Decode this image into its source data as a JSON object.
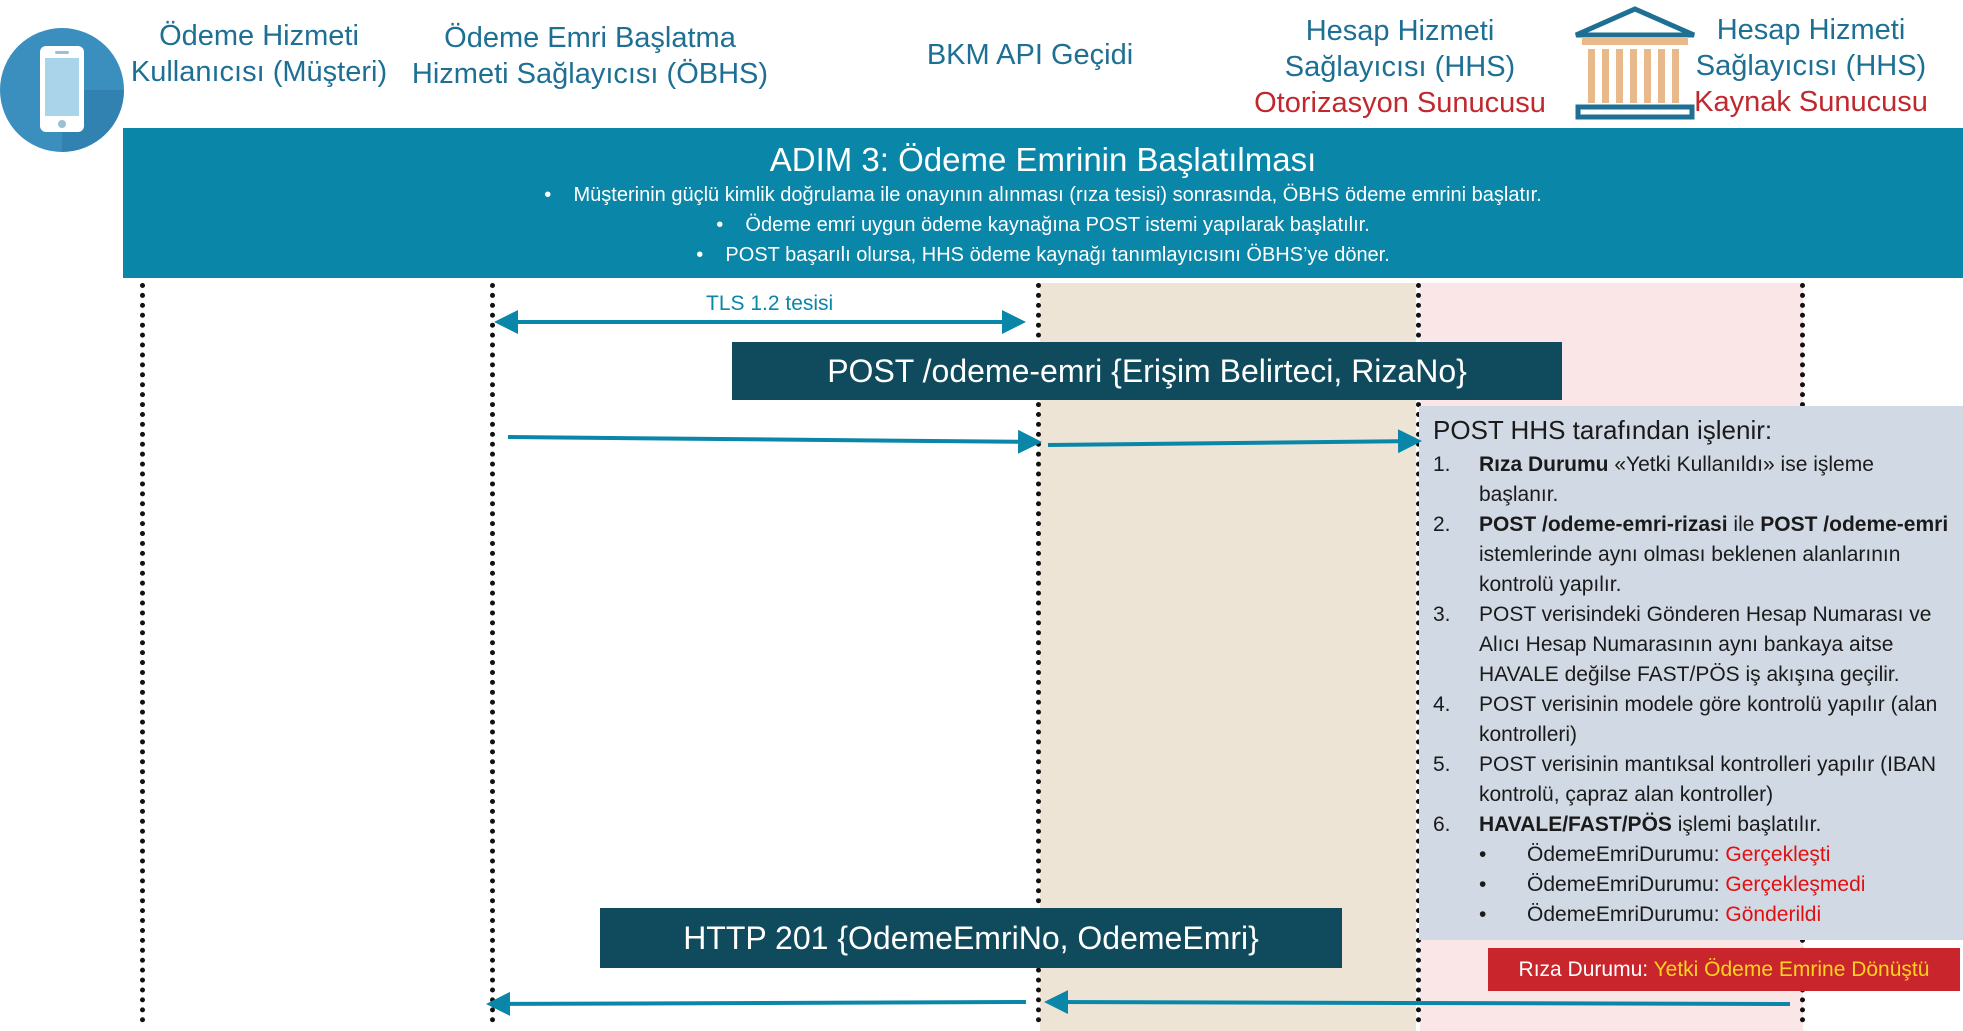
{
  "actors": {
    "customer": {
      "line1": "Ödeme Hizmeti",
      "line2": "Kullanıcısı (Müşteri)"
    },
    "obhs": {
      "line1": "Ödeme Emri Başlatma",
      "line2": "Hizmeti Sağlayıcısı (ÖBHS)"
    },
    "gateway": {
      "line1": "BKM API Geçidi"
    },
    "auth_server": {
      "line1": "Hesap Hizmeti",
      "line2": "Sağlayıcısı (HHS)",
      "line3": "Otorizasyon Sunucusu"
    },
    "resource_server": {
      "line1": "Hesap Hizmeti",
      "line2": "Sağlayıcısı (HHS)",
      "line3": "Kaynak Sunucusu"
    }
  },
  "icons": {
    "customer": "mobile-phone-icon",
    "resource_server": "bank-building-icon"
  },
  "banner": {
    "title": "ADIM 3: Ödeme Emrinin Başlatılması",
    "bullets": [
      "Müşterinin güçlü kimlik doğrulama ile onayının alınması (rıza tesisi) sonrasında, ÖBHS ödeme emrini başlatır.",
      "Ödeme emri uygun ödeme kaynağına POST istemi yapılarak başlatılır.",
      "POST başarılı olursa, HHS ödeme kaynağı tanımlayıcısını ÖBHS’ye döner."
    ]
  },
  "messages": {
    "tls": "TLS 1.2 tesisi",
    "post": "POST /odeme-emri {Erişim Belirteci, RizaNo}",
    "response": "HTTP 201 {OdemeEmriNo, OdemeEmri}"
  },
  "panel": {
    "title": "POST HHS tarafından işlenir:",
    "steps": [
      {
        "num": "1.",
        "bold1": "Rıza Durumu",
        "text1": " «Yetki Kullanıldı» ise işleme başlanır."
      },
      {
        "num": "2.",
        "bold1": "POST /odeme-emri-rizasi",
        "text1": " ile ",
        "bold2": "POST /odeme-emri",
        "text2": " istemlerinde aynı olması beklenen alanlarının kontrolü yapılır."
      },
      {
        "num": "3.",
        "text1": "POST verisindeki Gönderen Hesap Numarası ve Alıcı Hesap Numarasının aynı bankaya aitse HAVALE değilse FAST/PÖS iş akışına geçilir."
      },
      {
        "num": "4.",
        "text1": "POST verisinin modele göre kontrolü yapılır (alan kontrolleri)"
      },
      {
        "num": "5.",
        "text1": "POST verisinin mantıksal kontrolleri yapılır (IBAN kontrolü, çapraz alan kontroller)"
      },
      {
        "num": "6.",
        "bold1": "HAVALE/FAST/PÖS",
        "text1": " işlemi başlatılır."
      }
    ],
    "statuses": [
      {
        "label": "ÖdemeEmriDurumu:",
        "value": "Gerçekleşti"
      },
      {
        "label": "ÖdemeEmriDurumu:",
        "value": "Gerçekleşmedi"
      },
      {
        "label": "ÖdemeEmriDurumu:",
        "value": "Gönderildi"
      }
    ],
    "bullet_char": "•"
  },
  "consent_status": {
    "label": "Rıza Durumu:",
    "value": "Yetki Ödeme Emrine Dönüştü"
  },
  "colors": {
    "banner": "#0a86a8",
    "message_box": "#0f4b5c",
    "gateway_zone": "#ede4d6",
    "hhs_zone": "#fae6e7",
    "panel": "#d1d9e4",
    "status_box": "#c8262c",
    "arrow": "#0a86a8"
  }
}
